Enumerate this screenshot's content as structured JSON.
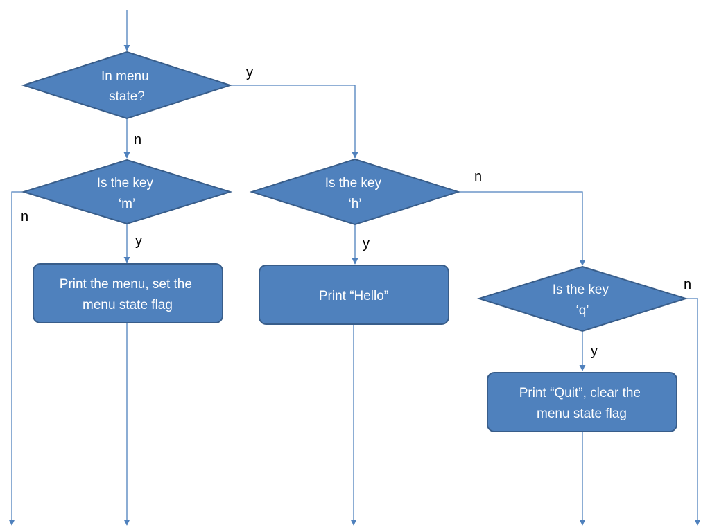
{
  "nodes": {
    "decision_menu_state": {
      "lines": [
        "In menu",
        "state?"
      ]
    },
    "decision_key_m": {
      "lines": [
        "Is the key",
        "‘m’"
      ]
    },
    "decision_key_h": {
      "lines": [
        "Is the key",
        "‘h’"
      ]
    },
    "decision_key_q": {
      "lines": [
        "Is the key",
        "‘q’"
      ]
    },
    "process_print_menu": {
      "lines": [
        "Print the menu, set the",
        "menu state flag"
      ]
    },
    "process_print_hello": {
      "lines": [
        "Print “Hello”"
      ]
    },
    "process_print_quit": {
      "lines": [
        "Print “Quit”, clear the",
        "menu state flag"
      ]
    }
  },
  "edge_labels": {
    "menu_state_yes": "y",
    "menu_state_no": "n",
    "key_m_no": "n",
    "key_m_yes": "y",
    "key_h_no": "n",
    "key_h_yes": "y",
    "key_q_no": "n",
    "key_q_yes": "y"
  },
  "colors": {
    "shape_fill": "#4f81bd",
    "shape_stroke": "#385d8a",
    "connector": "#4f81bd",
    "node_text": "#ffffff",
    "label_text": "#000000"
  }
}
